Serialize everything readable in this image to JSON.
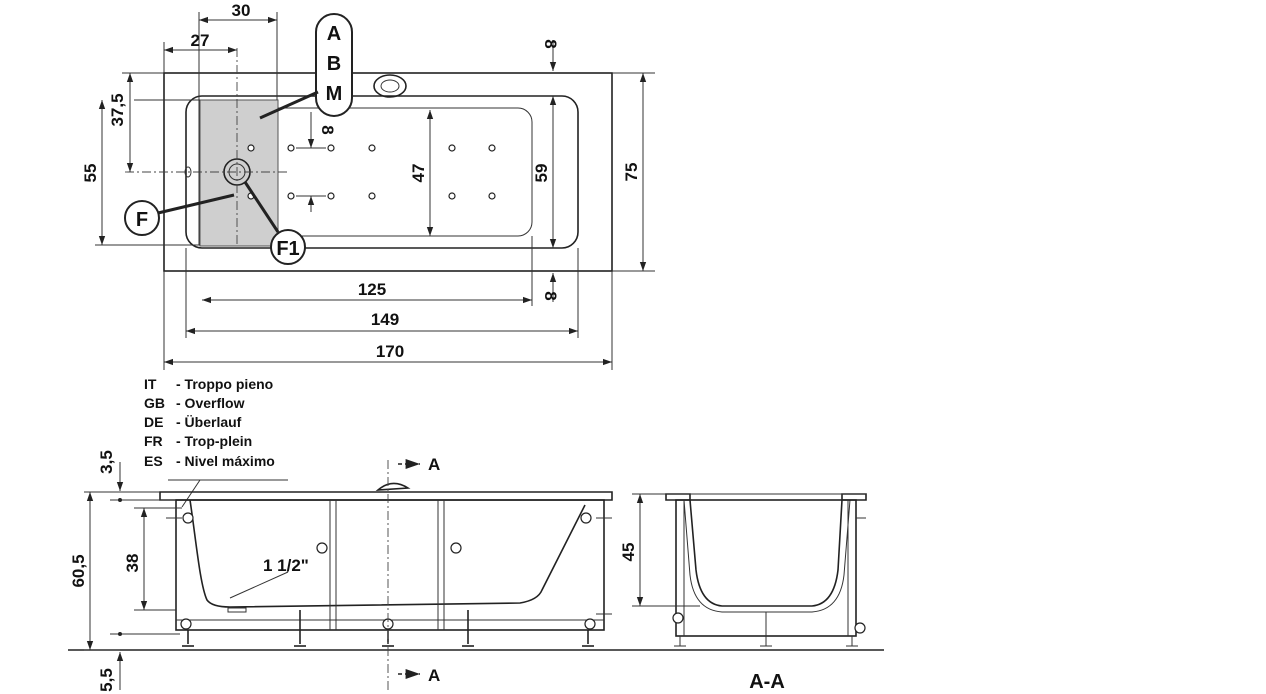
{
  "top_view": {
    "dims": {
      "d30": "30",
      "d27": "27",
      "d8_top": "8",
      "d37_5": "37,5",
      "d55": "55",
      "d8_inner": "8",
      "d47": "47",
      "d59": "59",
      "d75": "75",
      "d125": "125",
      "d8_bottom": "8",
      "d149": "149",
      "d170": "170"
    },
    "callouts": {
      "A": "A",
      "B": "B",
      "M": "M",
      "F": "F",
      "F1": "F1"
    }
  },
  "legend": [
    {
      "code": "IT",
      "text": "- Troppo pieno"
    },
    {
      "code": "GB",
      "text": "- Overflow"
    },
    {
      "code": "DE",
      "text": "- Überlauf"
    },
    {
      "code": "FR",
      "text": "- Trop-plein"
    },
    {
      "code": "ES",
      "text": "- Nivel máximo"
    }
  ],
  "side_view": {
    "dims": {
      "d3_5": "3,5",
      "d60_5": "60,5",
      "d38": "38",
      "d5_5": "5,5",
      "pipe": "1 1/2\""
    },
    "section_marks": {
      "top": "A",
      "bottom": "A"
    }
  },
  "section_view": {
    "d45": "45",
    "title": "A-A"
  }
}
